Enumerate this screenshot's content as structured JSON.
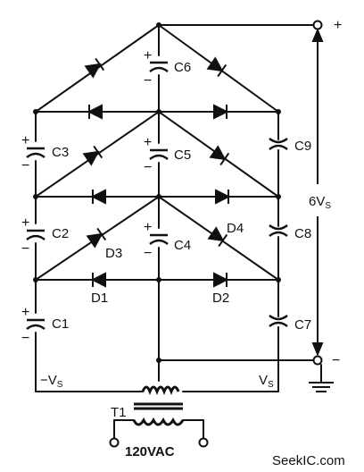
{
  "components": {
    "capacitors": [
      "C1",
      "C2",
      "C3",
      "C4",
      "C5",
      "C6",
      "C7",
      "C8",
      "C9"
    ],
    "diodes": [
      "D1",
      "D2",
      "D3",
      "D4"
    ],
    "transformer": "T1"
  },
  "labels": {
    "source": "120VAC",
    "output": "6V",
    "output_sub": "S",
    "terminal_plus": "+",
    "terminal_minus": "−",
    "neg_vs": "−V",
    "neg_vs_sub": "S",
    "vs": "V",
    "vs_sub": "S",
    "cap_plus": "+",
    "cap_minus": "−"
  },
  "watermark": "SeekIC.com"
}
